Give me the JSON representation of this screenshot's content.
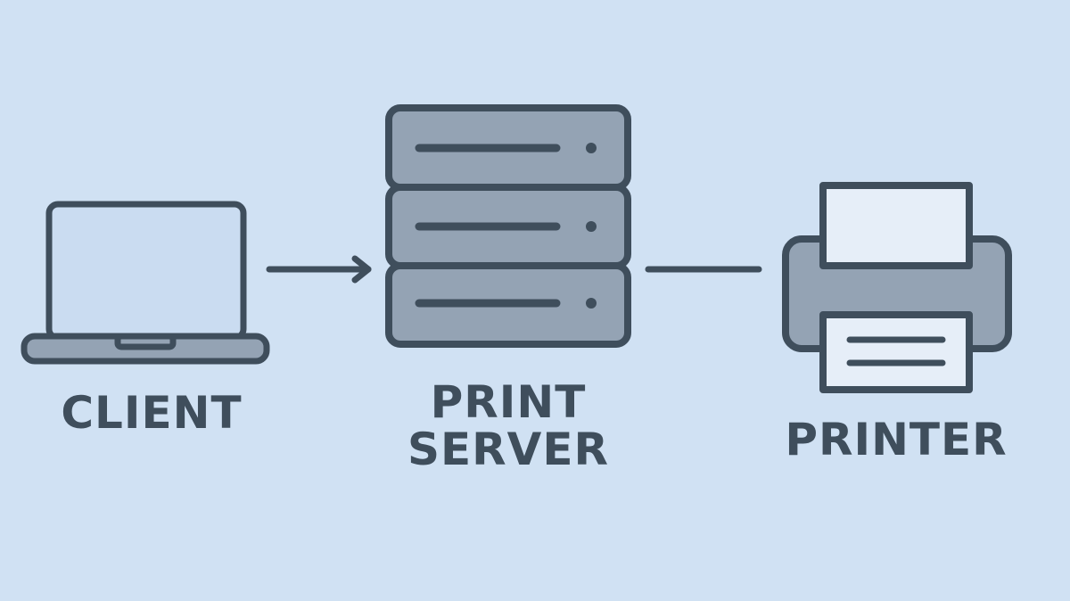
{
  "nodes": {
    "client": {
      "label": "CLIENT"
    },
    "server": {
      "label_line1": "PRINT",
      "label_line2": "SERVER"
    },
    "printer": {
      "label": "PRINTER"
    }
  },
  "colors": {
    "background": "#d0e1f3",
    "outline": "#3f4e5c",
    "fill_body": "#94a3b4",
    "fill_screen": "#cadcf1",
    "fill_paper": "#e6eef8"
  },
  "icons": [
    "laptop-icon",
    "server-rack-icon",
    "printer-icon",
    "arrow-icon"
  ]
}
